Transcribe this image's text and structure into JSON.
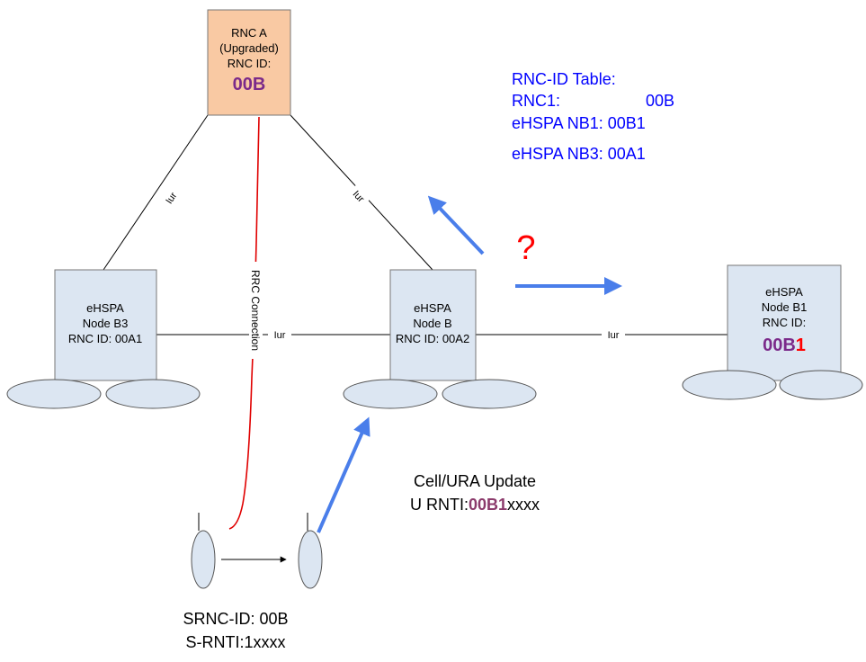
{
  "rnc_a": {
    "line1": "RNC A",
    "line2": "(Upgraded)",
    "line3": "RNC ID:",
    "id": "00B"
  },
  "rnc_table": {
    "title": "RNC-ID Table:",
    "row1_name": "RNC1:",
    "row1_value": "00B",
    "row2": "eHSPA NB1: 00B1",
    "row3": "eHSPA NB3: 00A1"
  },
  "question_mark": "?",
  "node_b3": {
    "line1": "eHSPA",
    "line2": "Node B3",
    "line3": "RNC ID: 00A1"
  },
  "node_b": {
    "line1": "eHSPA",
    "line2": "Node B",
    "line3": "RNC ID: 00A2"
  },
  "node_b1": {
    "line1": "eHSPA",
    "line2": "Node B1",
    "line3": "RNC ID:",
    "id_prefix": "00B",
    "id_suffix": "1"
  },
  "links": {
    "iur_a_b3": "Iur",
    "iur_a_b": "Iur",
    "iur_b3_b": "Iur",
    "iur_b_b1": "Iur",
    "rrc": "RRC Connection"
  },
  "cell_update": {
    "line1": "Cell/URA Update",
    "line2_prefix": "U RNTI:",
    "line2_highlight": "00B1",
    "line2_suffix": "xxxx"
  },
  "ue": {
    "srnc": "SRNC-ID: 00B",
    "srnti": "S-RNTI:1xxxx"
  },
  "colors": {
    "rnc_fill": "#F9C9A3",
    "node_fill": "#DCE6F2",
    "cell_fill": "#DCE6F2",
    "rrc_line": "#E00000",
    "arrow": "#4A7EEA",
    "table_text": "#0000FF",
    "question": "#FF0000",
    "rnc_id": "#7B2A8A",
    "rnti_highlight": "#8B3A6B"
  }
}
